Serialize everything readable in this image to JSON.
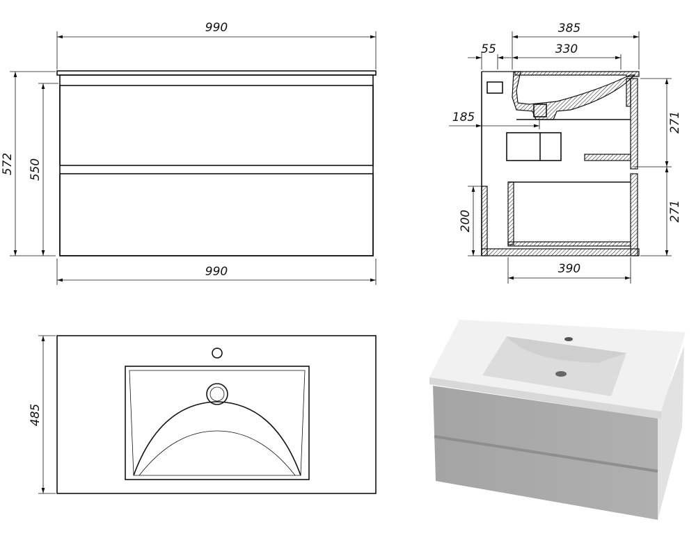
{
  "front_view": {
    "width_top": "990",
    "width_bottom": "990",
    "height_total": "572",
    "height_cabinet": "550"
  },
  "side_view": {
    "depth_total": "385",
    "basin_depth": "330",
    "offset_back": "55",
    "drain_offset": "185",
    "drawer_upper": "271",
    "drawer_lower": "271",
    "leg_height": "200",
    "cabinet_depth": "390"
  },
  "top_view": {
    "depth": "485"
  },
  "colors": {
    "line": "#111111",
    "cabinet_render": "#a9a9a9",
    "top_render": "#f0f0f0"
  }
}
